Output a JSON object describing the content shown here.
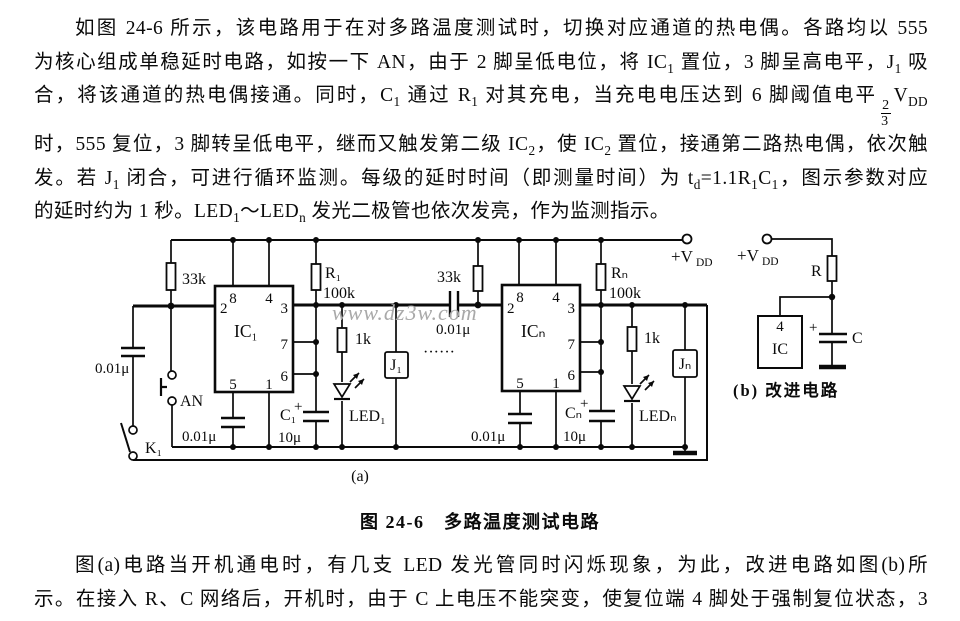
{
  "paragraph_top": {
    "lines": [
      "如图 24-6 所示，该电路用于在对多路温度测试时，切换对应通道的热电偶。各路均以 555",
      "为核心组成单稳延时电路，如按一下 AN，由于 2 脚呈低电位，将 IC<sub>1</sub> 置位，3 脚呈高电平，J<sub>1</sub> 吸",
      "合，将该通道的热电偶接通。同时，C<sub>1</sub> 通过 R<sub>1</sub> 对其充电，当充电电压达到 6 脚阈值电平<span class='frac'><span class='num'>2</span><span class='den'>3</span></span>V<sub>DD</sub>",
      "时，555 复位，3 脚转呈低电平，继而又触发第二级 IC<sub>2</sub>，使 IC<sub>2</sub> 置位，接通第二路热电偶，依次触",
      "发。若 J<sub>1</sub> 闭合，可进行循环监测。每级的延时时间（即测量时间）为 t<sub>d</sub>=1.1R<sub>1</sub>C<sub>1</sub>，图示参数对应",
      "的延时约为 1 秒。LED<sub>1</sub>～LED<sub>n</sub> 发光二极管也依次发亮，作为监测指示。"
    ]
  },
  "figure": {
    "watermark": "www.dz3w.com",
    "sub_label_a": "(a)",
    "caption": "图 24-6　多路温度测试电路",
    "circuit_a": {
      "r_33k_1": "33k",
      "r_33k_2": "33k",
      "cap_input": "0.01μ",
      "button": "AN",
      "switch_k1": "K₁",
      "cap_pin5_1": "0.01μ",
      "cap_pin5_2": "0.01μ",
      "cap_coupling": "0.01μ",
      "ic1": "IC₁",
      "icn": "ICₙ",
      "pins": {
        "p8": "8",
        "p4": "4",
        "p2": "2",
        "p3": "3",
        "p7": "7",
        "p6": "6",
        "p5": "5",
        "p1": "1"
      },
      "r1": "R₁",
      "r1_val": "100k",
      "rn": "Rₙ",
      "rn_val": "100k",
      "c1": "C₁",
      "c1_val": "10μ",
      "cn": "Cₙ",
      "cn_val": "10μ",
      "plus": "+",
      "r_1k_1": "1k",
      "r_1k_2": "1k",
      "led1": "LED₁",
      "ledn": "LEDₙ",
      "j1": "J₁",
      "jn": "Jₙ",
      "ellipsis": "······",
      "vdd_main": "+V",
      "vdd_sub": "DD"
    },
    "circuit_b": {
      "vdd_main": "+V",
      "vdd_sub": "DD",
      "r": "R",
      "ic": "IC",
      "pin4": "4",
      "c": "C",
      "plus": "+",
      "caption": "(b) 改进电路"
    }
  },
  "paragraph_bottom": {
    "lines": [
      "图(a)电路当开机通电时，有几支 LED 发光管同时闪烁现象，为此，改进电路如图(b)所",
      "示。在接入 R、C 网络后，开机时，由于 C 上电压不能突变，使复位端 4 脚处于强制复位状态，3"
    ]
  }
}
